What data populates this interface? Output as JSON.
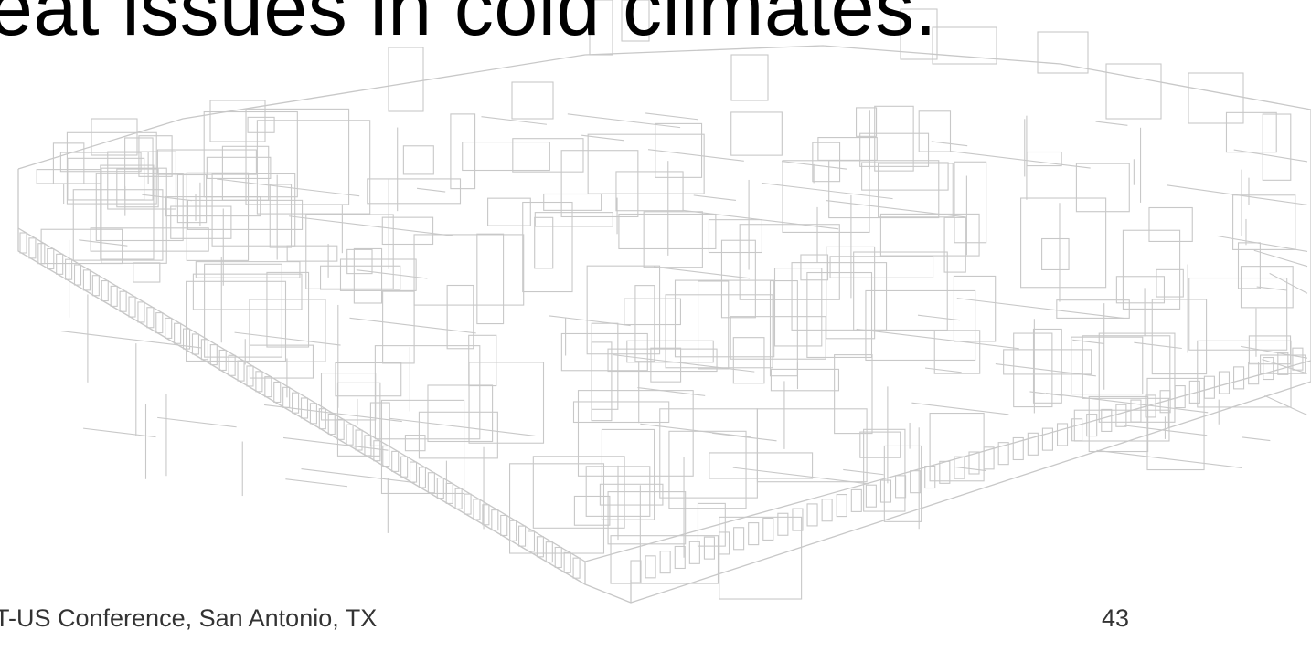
{
  "slide": {
    "headline": "eat issues in cold climates.",
    "footer_text": "T-US Conference, San Antonio, TX",
    "page_number": "43"
  },
  "illustration": {
    "icon": "building-wireframe-icon",
    "stroke_color": "#c8c8c8"
  }
}
